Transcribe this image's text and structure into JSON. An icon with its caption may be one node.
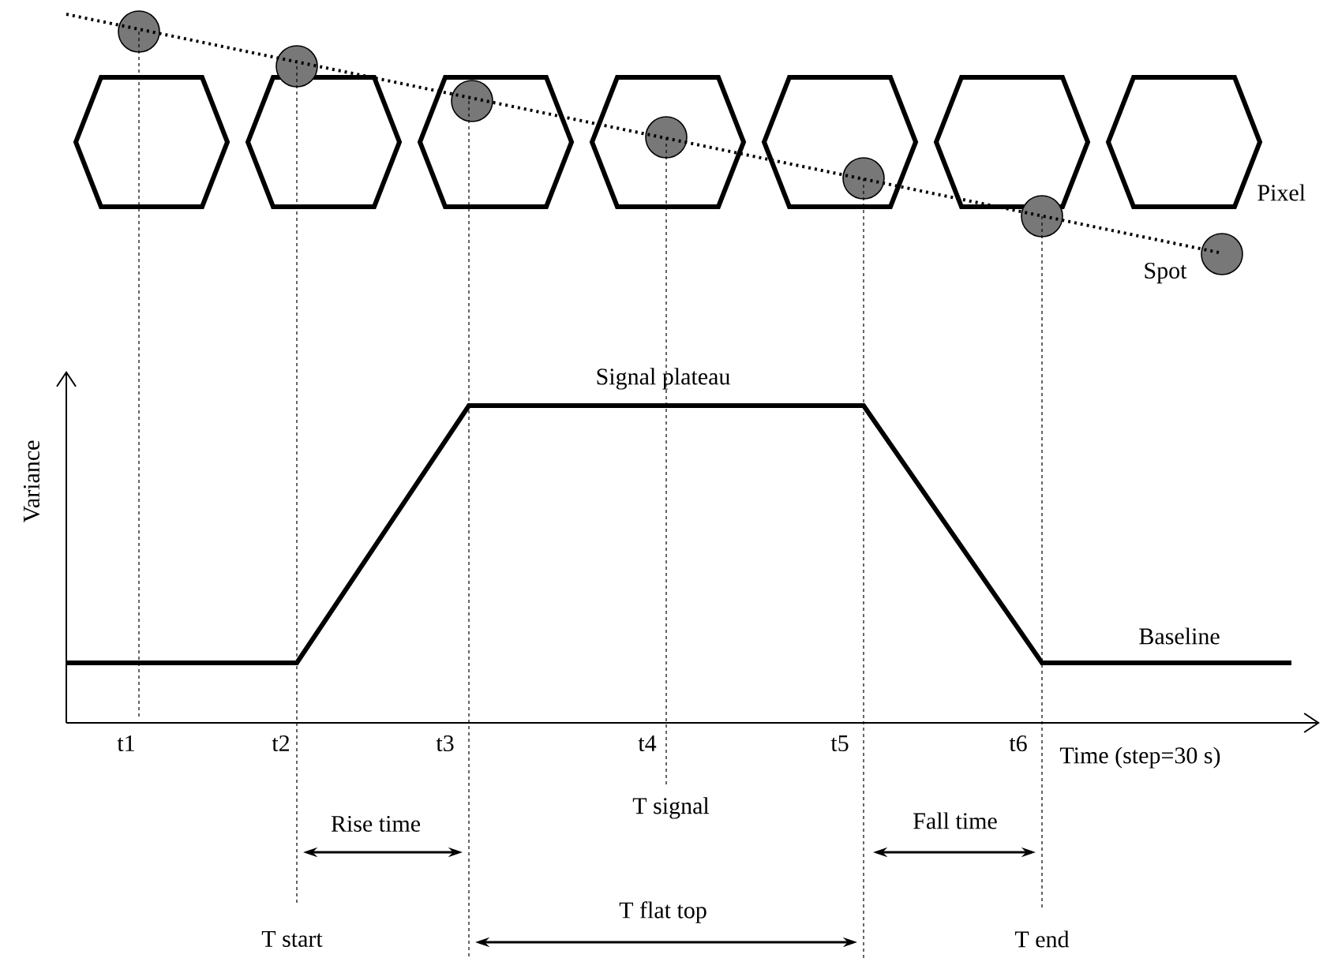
{
  "diagram": {
    "labels": [
      "Pixel",
      "Spot",
      "Signal plateau",
      "Variance",
      "Baseline",
      "t1",
      "t2",
      "t3",
      "t4",
      "t5",
      "t6",
      "Time (step=30 s)",
      "Rise time",
      "T signal",
      "Fall time",
      "T start",
      "T flat top",
      "T end"
    ]
  }
}
